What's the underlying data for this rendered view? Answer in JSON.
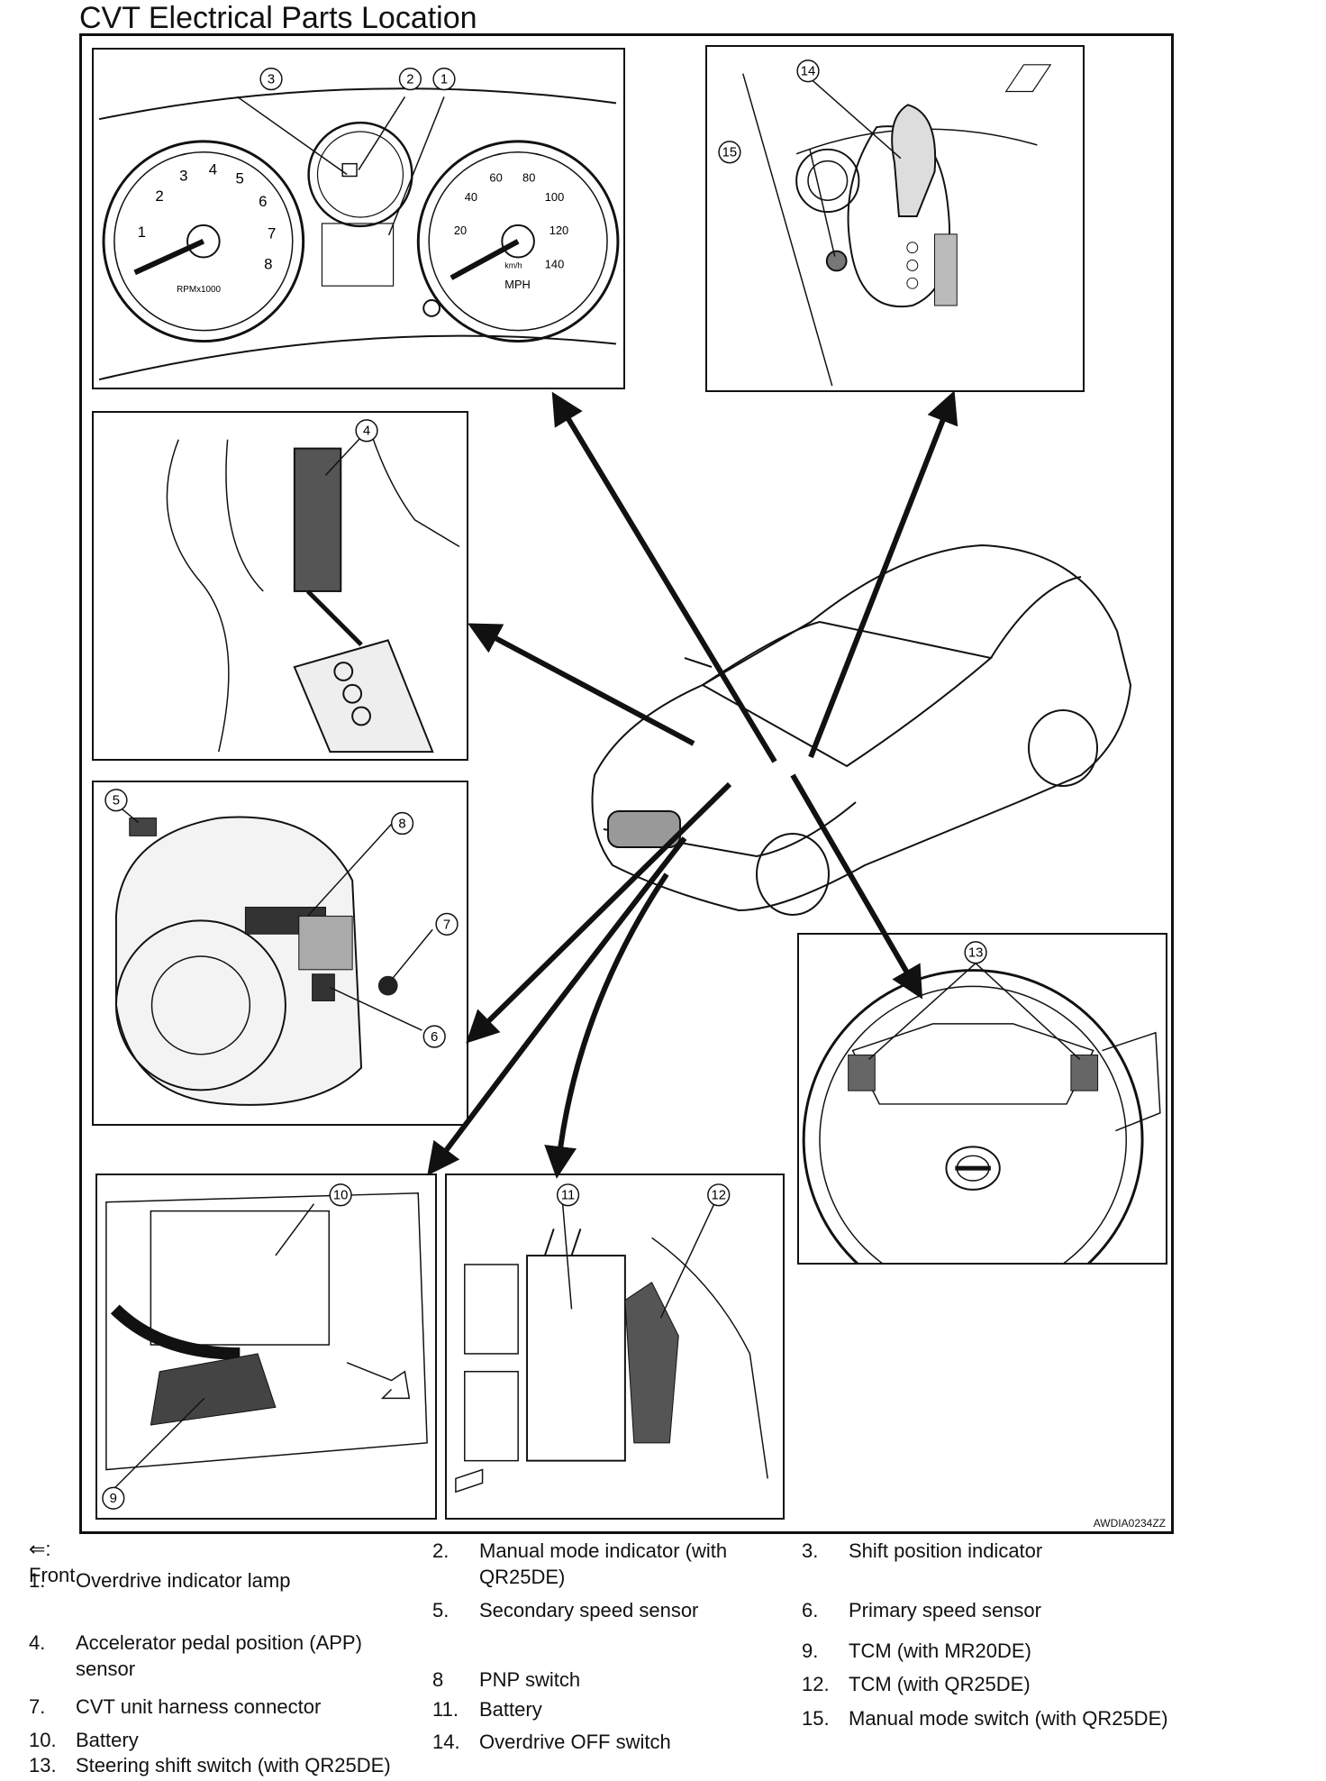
{
  "title": "CVT Electrical Parts Location",
  "image_code": "AWDIA0234ZZ",
  "front_marker": "⇐: Front",
  "callout_numbers": [
    "1",
    "2",
    "3",
    "4",
    "5",
    "6",
    "7",
    "8",
    "9",
    "10",
    "11",
    "12",
    "13",
    "14",
    "15"
  ],
  "gauge": {
    "tach_numbers": [
      "1",
      "2",
      "3",
      "4",
      "5",
      "6",
      "7",
      "8"
    ],
    "tach_unit": "RPMx1000",
    "speedo_numbers": [
      "20",
      "40",
      "60",
      "80",
      "100",
      "120",
      "140"
    ],
    "speedo_unit": "MPH",
    "speedo_subunit": "km/h"
  },
  "legend": [
    {
      "num": "1.",
      "text": "Overdrive indicator lamp"
    },
    {
      "num": "2.",
      "text": "Manual mode indicator (with",
      "text2": "QR25DE)"
    },
    {
      "num": "3.",
      "text": "Shift position indicator"
    },
    {
      "num": "4.",
      "text": "Accelerator pedal position (APP)",
      "text2": "sensor"
    },
    {
      "num": "5.",
      "text": "Secondary speed sensor"
    },
    {
      "num": "6.",
      "text": "Primary speed sensor"
    },
    {
      "num": "7.",
      "text": "CVT unit harness connector"
    },
    {
      "num": "8",
      "text": "PNP switch"
    },
    {
      "num": "9.",
      "text": "TCM (with MR20DE)"
    },
    {
      "num": "10.",
      "text": "Battery"
    },
    {
      "num": "11.",
      "text": "Battery"
    },
    {
      "num": "12.",
      "text": "TCM (with QR25DE)"
    },
    {
      "num": "13.",
      "text": "Steering shift switch (with QR25DE)"
    },
    {
      "num": "14.",
      "text": "Overdrive OFF switch"
    },
    {
      "num": "15.",
      "text": "Manual mode switch (with QR25DE)"
    }
  ]
}
